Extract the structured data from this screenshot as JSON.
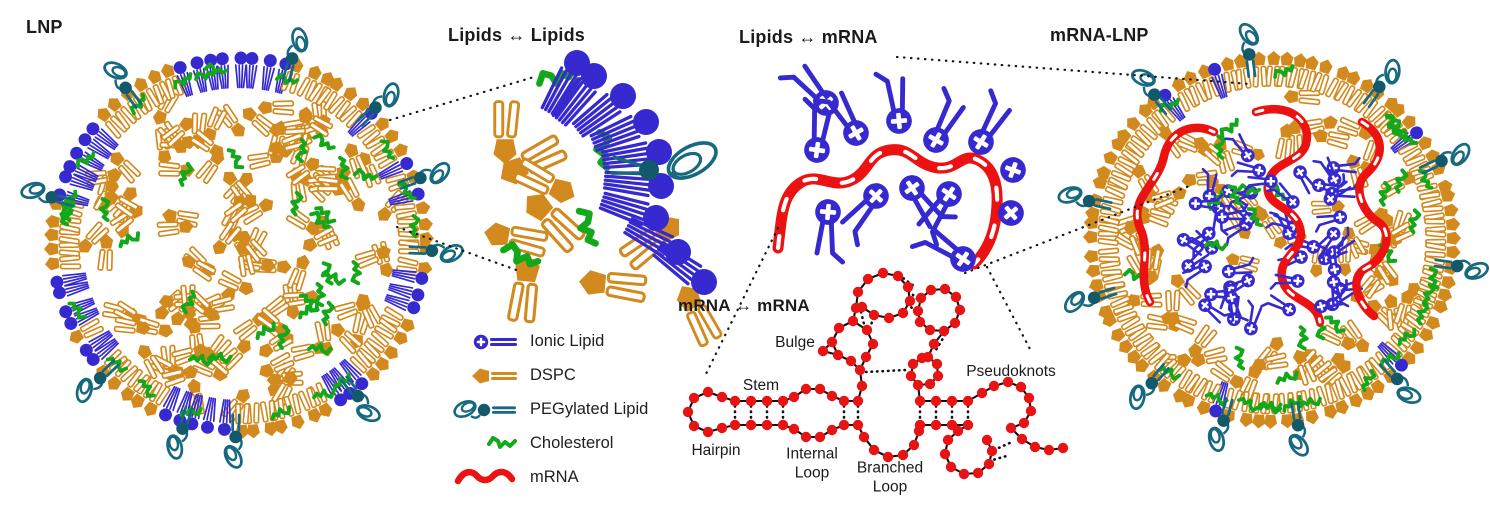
{
  "titles": {
    "lnp": "LNP",
    "lipids_lipids": "Lipids ↔ Lipids",
    "lipids_mrna": "Lipids ↔ mRNA",
    "mrna_mrna": "mRNA ↔ mRNA",
    "mrna_lnp": "mRNA-LNP"
  },
  "legend": {
    "items": [
      {
        "label": "Ionic Lipid"
      },
      {
        "label": "DSPC"
      },
      {
        "label": "PEGylated Lipid"
      },
      {
        "label": "Cholesterol"
      },
      {
        "label": "mRNA"
      }
    ]
  },
  "rna": {
    "bulge": "Bulge",
    "stem": "Stem",
    "pseudoknots": "Pseudoknots",
    "hairpin": "Hairpin",
    "internal_loop": "Internal Loop",
    "branched_loop": "Branched Loop"
  },
  "colors": {
    "ionic_blue": "#3629cf",
    "dspc_orange": "#d2891e",
    "peg_teal": "#16697e",
    "peg_head_teal": "#125a6b",
    "cholesterol_green": "#12a81a",
    "mrna_red": "#ec1212",
    "rna_dot": "#e81414",
    "rna_line": "#111111",
    "connector": "#151515",
    "text": "#1b1b1b",
    "background": "#ffffff"
  }
}
